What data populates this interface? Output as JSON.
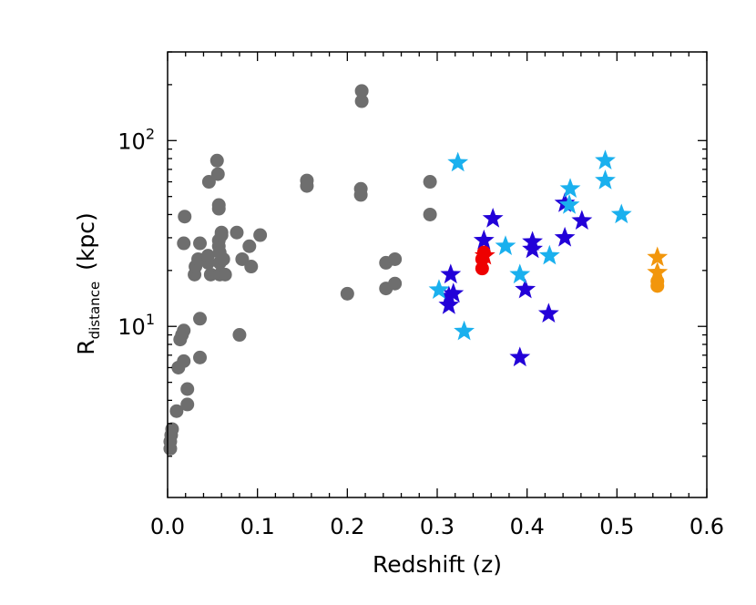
{
  "chart_data": {
    "type": "scatter",
    "title": "",
    "xlabel": "Redshift (z)",
    "ylabel": "R",
    "ylabel_subscript": "distance",
    "ylabel_unit": "(kpc)",
    "xlim": [
      0.0,
      0.6
    ],
    "ylim": [
      1.2,
      300
    ],
    "yscale": "log",
    "grid": false,
    "legend": "none",
    "x_ticks": [
      {
        "value": 0.0,
        "label": "0.0"
      },
      {
        "value": 0.1,
        "label": "0.1"
      },
      {
        "value": 0.2,
        "label": "0.2"
      },
      {
        "value": 0.3,
        "label": "0.3"
      },
      {
        "value": 0.4,
        "label": "0.4"
      },
      {
        "value": 0.5,
        "label": "0.5"
      },
      {
        "value": 0.6,
        "label": "0.6"
      }
    ],
    "y_ticks": [
      {
        "value": 10,
        "base": "10",
        "exp": "1"
      },
      {
        "value": 100,
        "base": "10",
        "exp": "2"
      }
    ],
    "series": [
      {
        "marker": "circle",
        "color": "#6e6e6e",
        "points": [
          [
            0.003,
            2.2
          ],
          [
            0.003,
            2.4
          ],
          [
            0.004,
            2.6
          ],
          [
            0.005,
            2.8
          ],
          [
            0.01,
            3.5
          ],
          [
            0.012,
            6.0
          ],
          [
            0.014,
            8.5
          ],
          [
            0.016,
            9.0
          ],
          [
            0.018,
            9.5
          ],
          [
            0.018,
            6.5
          ],
          [
            0.018,
            28
          ],
          [
            0.019,
            39
          ],
          [
            0.022,
            4.6
          ],
          [
            0.022,
            3.8
          ],
          [
            0.03,
            19
          ],
          [
            0.031,
            21
          ],
          [
            0.034,
            23
          ],
          [
            0.036,
            28
          ],
          [
            0.036,
            11
          ],
          [
            0.036,
            6.8
          ],
          [
            0.045,
            22
          ],
          [
            0.045,
            24
          ],
          [
            0.046,
            60
          ],
          [
            0.048,
            19
          ],
          [
            0.055,
            78
          ],
          [
            0.056,
            66
          ],
          [
            0.057,
            45
          ],
          [
            0.057,
            43
          ],
          [
            0.057,
            29
          ],
          [
            0.057,
            27
          ],
          [
            0.058,
            25
          ],
          [
            0.058,
            22
          ],
          [
            0.058,
            19
          ],
          [
            0.06,
            32
          ],
          [
            0.06,
            31
          ],
          [
            0.062,
            23
          ],
          [
            0.064,
            19
          ],
          [
            0.077,
            32
          ],
          [
            0.08,
            9.0
          ],
          [
            0.083,
            23
          ],
          [
            0.091,
            27
          ],
          [
            0.093,
            21
          ],
          [
            0.103,
            31
          ],
          [
            0.155,
            61
          ],
          [
            0.155,
            57
          ],
          [
            0.2,
            15
          ],
          [
            0.216,
            185
          ],
          [
            0.216,
            163
          ],
          [
            0.215,
            55
          ],
          [
            0.215,
            51
          ],
          [
            0.243,
            22
          ],
          [
            0.243,
            16
          ],
          [
            0.253,
            23
          ],
          [
            0.253,
            17
          ],
          [
            0.292,
            60
          ],
          [
            0.292,
            40
          ]
        ]
      },
      {
        "marker": "star",
        "color": "#2200d8",
        "points": [
          [
            0.315,
            19
          ],
          [
            0.313,
            13
          ],
          [
            0.318,
            15
          ],
          [
            0.313,
            14.5
          ],
          [
            0.352,
            29
          ],
          [
            0.362,
            38
          ],
          [
            0.392,
            6.8
          ],
          [
            0.398,
            15.8
          ],
          [
            0.406,
            28.5
          ],
          [
            0.406,
            26
          ],
          [
            0.424,
            11.7
          ],
          [
            0.442,
            30
          ],
          [
            0.442,
            46
          ],
          [
            0.461,
            37
          ]
        ]
      },
      {
        "marker": "star",
        "color": "#1ab0ee",
        "points": [
          [
            0.302,
            15.7
          ],
          [
            0.323,
            76
          ],
          [
            0.33,
            9.4
          ],
          [
            0.376,
            27
          ],
          [
            0.392,
            19
          ],
          [
            0.425,
            24
          ],
          [
            0.447,
            45
          ],
          [
            0.448,
            55
          ],
          [
            0.487,
            78
          ],
          [
            0.487,
            61
          ],
          [
            0.505,
            40
          ]
        ]
      },
      {
        "marker": "circle",
        "color": "#ee0000",
        "points": [
          [
            0.35,
            20.5
          ],
          [
            0.35,
            23
          ],
          [
            0.352,
            25
          ]
        ]
      },
      {
        "marker": "star",
        "color": "#ee0000",
        "points": [
          [
            0.353,
            24
          ]
        ]
      },
      {
        "marker": "circle",
        "color": "#f2960c",
        "points": [
          [
            0.545,
            16.5
          ],
          [
            0.545,
            17.5
          ]
        ]
      },
      {
        "marker": "star",
        "color": "#f2960c",
        "points": [
          [
            0.545,
            23.5
          ],
          [
            0.545,
            19.5
          ]
        ]
      }
    ]
  }
}
